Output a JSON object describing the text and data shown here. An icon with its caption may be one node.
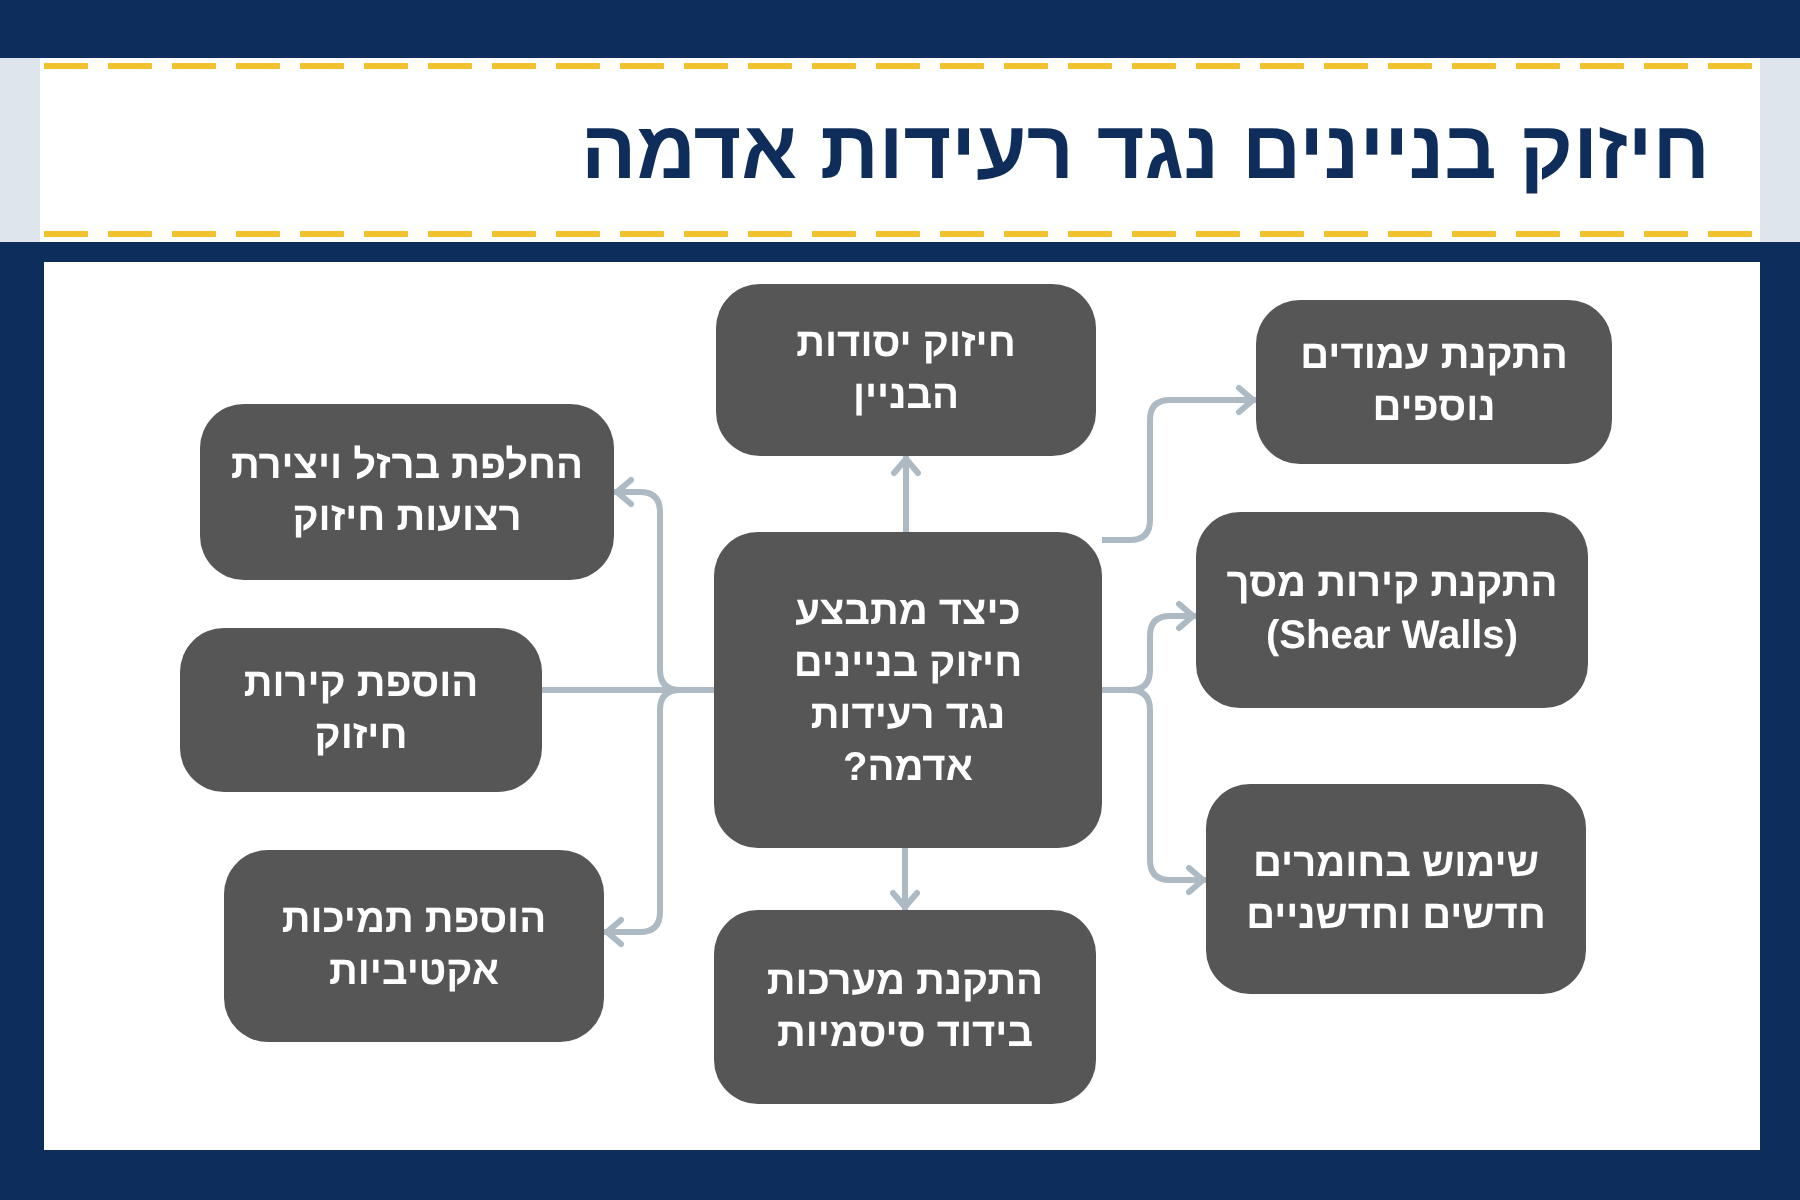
{
  "diagram": {
    "title": "חיזוק בניינים נגד רעידות אדמה",
    "nodes": [
      {
        "text": [
          "כיצד מתבצע חיזוק בניינים נגד רעידות אדמה?"
        ]
      },
      {
        "text": [
          "חיזוק יסודות הבניין"
        ]
      },
      {
        "text": [
          "התקנת עמודים נוספים"
        ]
      },
      {
        "text": [
          "החלפת ברזל ויצירת רצועות חיזוק"
        ]
      },
      {
        "text": [
          "התקנת קירות מסך (Shear Walls)"
        ]
      },
      {
        "text": [
          "הוספת קירות חיזוק"
        ]
      },
      {
        "text": [
          "שימוש בחומרים חדשים וחדשניים"
        ]
      },
      {
        "text": [
          "הוספת תמיכות אקטיביות"
        ]
      },
      {
        "text": [
          "התקנת מערכות בידוד סיסמיות"
        ]
      }
    ],
    "edges": [
      {
        "from": 0,
        "to": 1,
        "arrow": "to"
      },
      {
        "from": 0,
        "to": 2,
        "arrow": "to"
      },
      {
        "from": 0,
        "to": 4,
        "arrow": "to"
      },
      {
        "from": 0,
        "to": 6,
        "arrow": "to"
      },
      {
        "from": 0,
        "to": 3,
        "arrow": "to"
      },
      {
        "from": 0,
        "to": 5,
        "arrow": "none"
      },
      {
        "from": 0,
        "to": 7,
        "arrow": "to"
      },
      {
        "from": 0,
        "to": 8,
        "arrow": "to"
      }
    ]
  }
}
